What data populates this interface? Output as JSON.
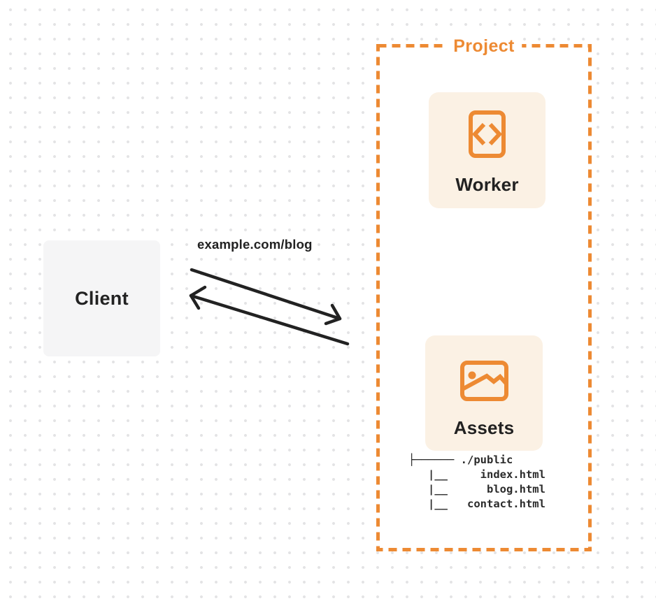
{
  "colors": {
    "accent": "#ed8a33",
    "card_bg": "#fbf1e4",
    "client_bg": "#f5f5f6",
    "arrow": "#222222",
    "text_dark": "#222222",
    "dot_grid": "#e3e3e5"
  },
  "diagram": {
    "client": {
      "label": "Client"
    },
    "request": {
      "label": "example.com/blog"
    },
    "project": {
      "label": "Project",
      "worker": {
        "label": "Worker",
        "icon": "code-file-icon"
      },
      "assets": {
        "label": "Assets",
        "icon": "image-icon",
        "file_tree": [
          "├────── ./public",
          "   |__     index.html",
          "   |__      blog.html",
          "   |__   contact.html"
        ]
      }
    }
  }
}
